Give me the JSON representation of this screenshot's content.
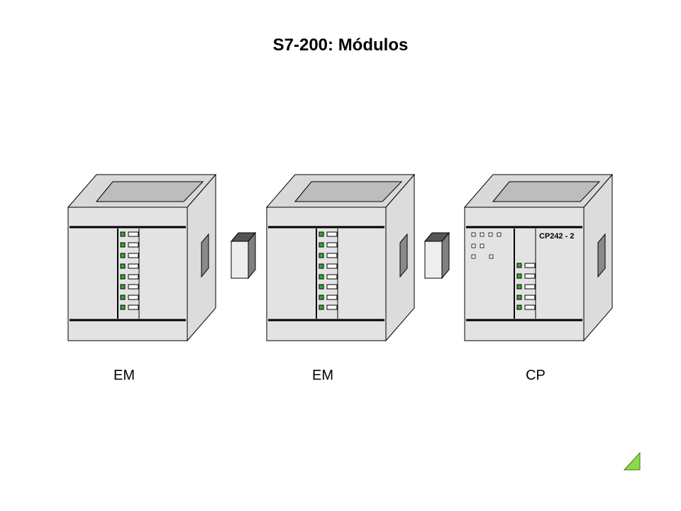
{
  "title": "S7-200: Módulos",
  "modules": [
    {
      "label": "EM",
      "type": "expansion"
    },
    {
      "label": "EM",
      "type": "expansion"
    },
    {
      "label": "CP",
      "type": "communication",
      "model": "CP242 - 2"
    }
  ],
  "colors": {
    "face": "#e3e3e3",
    "top": "#d9d9d9",
    "side": "#dcdcdc",
    "inset": "#bdbdbd",
    "led": "#33aa33",
    "connector_front": "#eeeeee",
    "connector_side": "#808080",
    "corner_marker": "#8cd94a"
  },
  "icons": [
    "corner-triangle-icon"
  ]
}
